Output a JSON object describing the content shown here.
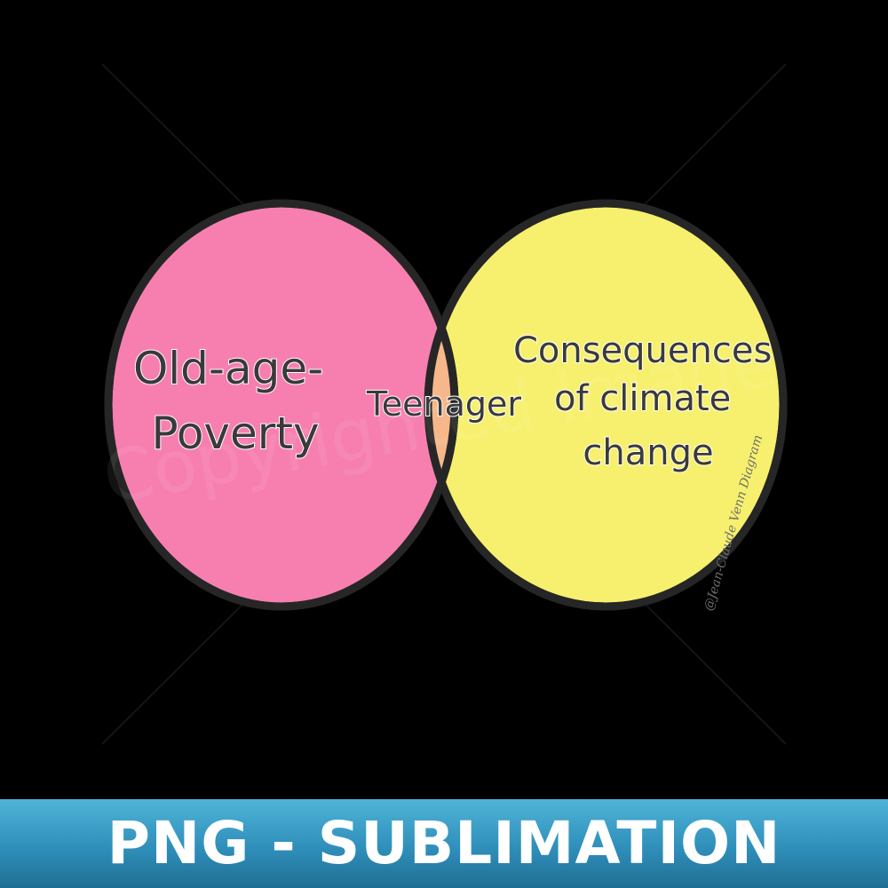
{
  "diagram": {
    "type": "venn",
    "left_set": {
      "lines": [
        "Old-age-",
        "Poverty"
      ],
      "color": "#f77fb0"
    },
    "right_set": {
      "lines": [
        "Consequences",
        "of climate",
        "change"
      ],
      "color": "#f7f06e"
    },
    "intersection": {
      "label": "Teenager",
      "color": "#f6b88a"
    },
    "outline_color": "#262626",
    "credit": "@Jean-Claude Venn Diagram",
    "watermark": "Copyrighted Image"
  },
  "banner": {
    "text": "PNG - SUBLIMATION",
    "color": "#2f8fba"
  }
}
